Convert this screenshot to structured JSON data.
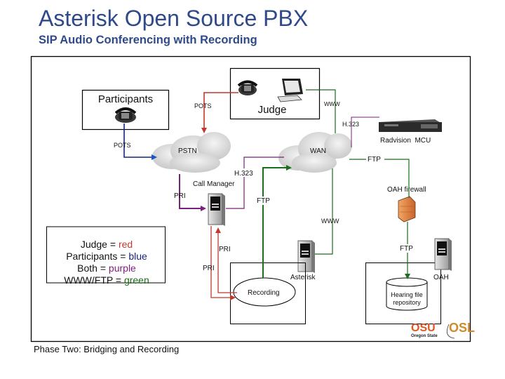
{
  "header": {
    "title": "Asterisk Open Source PBX",
    "subtitle": "SIP Audio Conferencing with Recording"
  },
  "colors": {
    "title": "#2f4a8a",
    "judge": "#c0392b",
    "participants": "#1a237e",
    "both": "#7b1f7b",
    "www_ftp": "#1b6e1b"
  },
  "nodes": {
    "participants": "Participants",
    "judge": "Judge",
    "pstn": "PSTN",
    "wan": "WAN",
    "radvision": "Radvision  MCU",
    "call_manager": "Call Manager",
    "oah_firewall": "OAH firewall",
    "asterisk": "Asterisk",
    "recording": "Recording",
    "oah": "OAH",
    "repository_line1": "Hearing file",
    "repository_line2": "repository"
  },
  "links": {
    "pots_judge": "POTS",
    "pots_participants": "POTS",
    "www_judge": "WWW",
    "h323_mcu": "H.323",
    "h323_cm": "H.323",
    "ftp_wan": "FTP",
    "pri_pstn": "PRI",
    "ftp_recording": "FTP",
    "www_asterisk": "WWW",
    "pri_up": "PRI",
    "pri_down": "PRI",
    "ftp_repo": "FTP"
  },
  "legend": {
    "judge_label": "Judge = ",
    "judge_color": "red",
    "participants_label": "Participants = ",
    "participants_color": "blue",
    "both_label": "Both = ",
    "both_color": "purple",
    "www_label": "WWW/FTP = ",
    "www_color": "green"
  },
  "logos": {
    "osu": "OSU",
    "osu_sub": "Oregon State",
    "osl": "OSL"
  },
  "caption": "Phase Two: Bridging and Recording"
}
